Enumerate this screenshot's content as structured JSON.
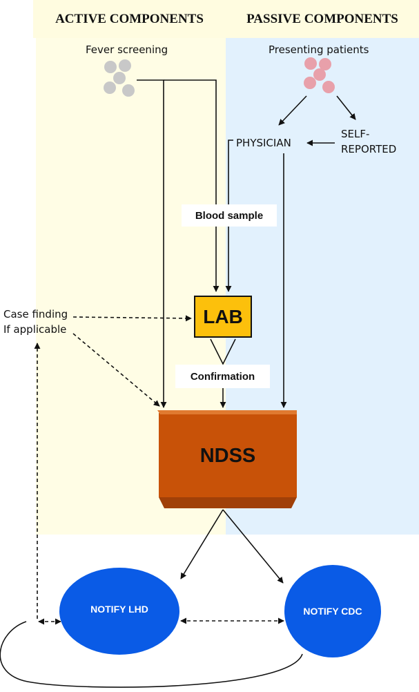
{
  "headers": {
    "active": "ACTIVE COMPONENTS",
    "passive": "PASSIVE COMPONENTS"
  },
  "sources": {
    "fever": "Fever screening",
    "presenting": "Presenting patients"
  },
  "nodes": {
    "physician": "PHYSICIAN",
    "self_reported_line1": "SELF-",
    "self_reported_line2": "REPORTED",
    "lab": "LAB",
    "ndss": "NDSS",
    "notify_lhd": "NOTIFY LHD",
    "notify_cdc": "NOTIFY CDC"
  },
  "labels": {
    "blood_sample": "Blood sample",
    "confirmation": "Confirmation",
    "case_finding_line1": "Case finding",
    "case_finding_line2": "If applicable"
  },
  "colors": {
    "active_band": "#fffde5",
    "passive_band": "#e2f1fd",
    "lab_fill": "#fcc00c",
    "ndss_front": "#c85208",
    "ndss_top": "#e07a30",
    "ndss_side": "#a04008",
    "notify_fill": "#0a5be6",
    "fever_dots": "#c8c8c8",
    "patient_dots": "#e8a0aa"
  }
}
